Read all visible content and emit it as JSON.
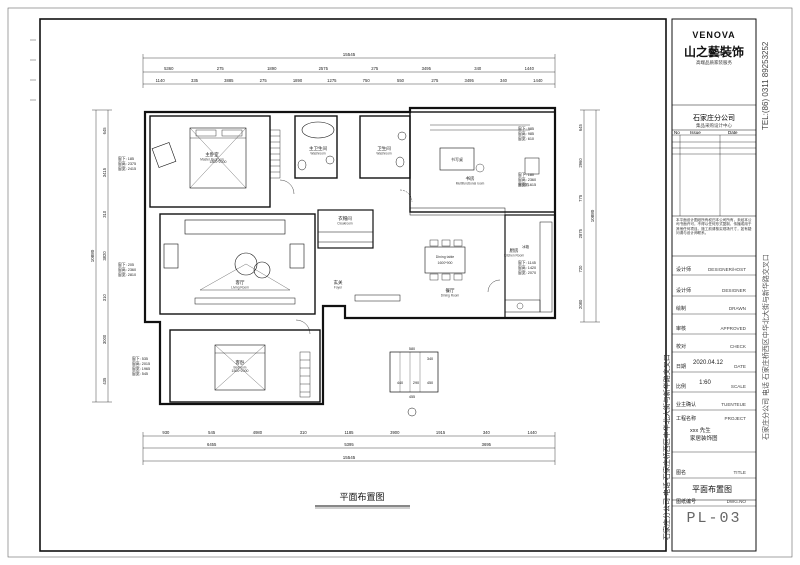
{
  "title_block": {
    "brand": "VENOVA",
    "brand_cn": "山之藝裝饰",
    "brand_sub": "高端品质家装服务",
    "company_name": "石家庄分公司",
    "company_sub": "集品采购设计中心",
    "phone_vertical": "TEL:(86) 0311  89253252",
    "address_vertical": "石家庄分公司  电话  石家庄桥西区中华北大街与新华路交叉口",
    "no_label": "No",
    "issue_label": "Issue",
    "date_label": "Date",
    "note_text": "本平面设计图纸所有权归本公司所有，未经本公司书面许可，不得以任何形式复制、传播或用于其他任何项目。施工前请核实现场尺寸，如有疑问请与设计师联系。",
    "rows": [
      {
        "cn": "设计师",
        "en": "DESIGNER/HOST",
        "value": ""
      },
      {
        "cn": "设计师",
        "en": "DESIGNER",
        "value": ""
      },
      {
        "cn": "绘制",
        "en": "DRAWN",
        "value": ""
      },
      {
        "cn": "审核",
        "en": "APPROVED",
        "value": ""
      },
      {
        "cn": "校对",
        "en": "CHECK",
        "value": ""
      },
      {
        "cn": "日期",
        "en": "DATE",
        "value": "2020.04.12"
      },
      {
        "cn": "比例",
        "en": "SCALE",
        "value": "1:60"
      },
      {
        "cn": "业主确认",
        "en": "TUENTEUE",
        "value": ""
      },
      {
        "cn": "工程名称",
        "en": "PROJECT",
        "value": "xxx 先生\n家居装饰图"
      },
      {
        "cn": "图名",
        "en": "TITLE",
        "value": "平面布置图"
      },
      {
        "cn": "图纸编号",
        "en": "DWG.NO",
        "value": "PL-03"
      }
    ],
    "project_line1": "xxx 先生",
    "project_line2": "家居装饰图",
    "drawing_title": "平面布置图",
    "dwg_no": "PL-03"
  },
  "plan": {
    "bottom_title": "平面布置图",
    "rooms": [
      {
        "key": "master",
        "cn": "主卧室",
        "en": "Master Bedroom"
      },
      {
        "key": "main_bath",
        "cn": "主卫生间",
        "en": "Washroom"
      },
      {
        "key": "bath2",
        "cn": "卫生间",
        "en": "Washroom"
      },
      {
        "key": "study",
        "cn": "书房",
        "en": "Multifunctional room"
      },
      {
        "key": "cloak",
        "cn": "衣帽间",
        "en": "Cloakroom"
      },
      {
        "key": "living",
        "cn": "客厅",
        "en": "Living Room"
      },
      {
        "key": "entry",
        "cn": "玄关",
        "en": "Foyer"
      },
      {
        "key": "kitchen",
        "cn": "厨房",
        "en": "Kitchen Room"
      },
      {
        "key": "dining",
        "cn": "餐厅",
        "en": "Dining Room"
      },
      {
        "key": "guest",
        "cn": "客卧",
        "en": "Bedroom"
      }
    ],
    "dims_top_total": "15545",
    "dims_top_row1": [
      "5360",
      "275",
      "1890",
      "2575",
      "275",
      "3495",
      "340",
      "1440"
    ],
    "dims_top_row2": [
      "1140",
      "335",
      "3885",
      "275",
      "1890",
      "1275",
      "750",
      "550",
      "275",
      "3495",
      "340",
      "1440"
    ],
    "dims_bottom_row1": [
      "930",
      "545",
      "4980",
      "310",
      "1185",
      "3900",
      "1915",
      "340",
      "1440"
    ],
    "dims_bottom_row2": [
      "6455",
      "5395",
      "3695"
    ],
    "dims_bottom_total": "15545",
    "dims_left": [
      "645",
      "3415",
      "310",
      "3820",
      "310",
      "3000",
      "435"
    ],
    "dims_left_total": "10880",
    "dims_right": [
      "645",
      "2960",
      "775",
      "2875",
      "720",
      "2080"
    ],
    "dims_right_total": "10880",
    "window_notes": [
      {
        "key": "master_win",
        "lines": [
          "窗下: 185",
          "窗高: 2375",
          "窗宽: 2415"
        ]
      },
      {
        "key": "living_win",
        "lines": [
          "窗下: 205",
          "窗高: 2360",
          "窗宽: 2810"
        ]
      },
      {
        "key": "guest_win",
        "lines": [
          "窗下: 535",
          "窗高: 2015",
          "窗宽: 1965",
          "窗宽: 545"
        ]
      },
      {
        "key": "bath_win",
        "lines": [
          "窗下: 985",
          "窗高: 985",
          "窗宽: 610"
        ]
      },
      {
        "key": "study_win",
        "lines": [
          "窗下: 180",
          "窗高: 2360",
          "窗宽: 1615"
        ]
      },
      {
        "key": "kitchen_win",
        "lines": [
          "窗下: 1145",
          "窗高: 1420",
          "窗宽: 2070"
        ]
      }
    ],
    "stair_dims": [
      "580",
      "340",
      "440",
      "290",
      "450",
      "455"
    ],
    "misc_labels": {
      "dining_table": "Dining table",
      "dining_table_size": "1600*900",
      "study_table": "书写桌",
      "bed_master": "1800*2000",
      "bed_guest": "1500*2000",
      "fridge": "冰箱",
      "washer": "洗衣机"
    }
  }
}
